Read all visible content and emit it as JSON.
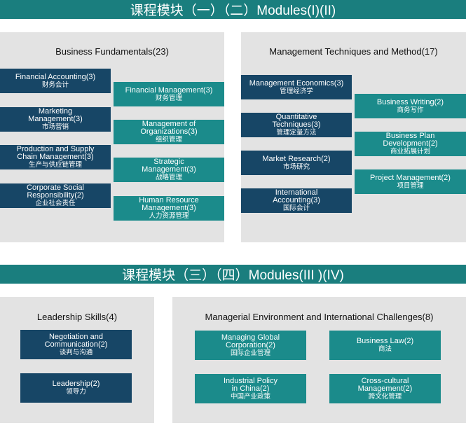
{
  "top_banner": "课程模块（一）（二）Modules(I)(II)",
  "bottom_banner": "课程模块（三）（四）Modules(III )(IV)",
  "colors": {
    "banner": "#1a7e7e",
    "dark_box": "#174666",
    "teal_box": "#1b8b8b",
    "panel": "#e3e3e3"
  },
  "business_fundamentals": {
    "title": "Business Fundamentals(23)",
    "courses": [
      {
        "en": "Financial Accounting(3)",
        "cn": "财务会计"
      },
      {
        "en": "Financial Management(3)",
        "cn": "财务管理"
      },
      {
        "en": "Marketing Management(3)",
        "cn": "市场营销"
      },
      {
        "en": "Management of Organizations(3)",
        "cn": "组织管理"
      },
      {
        "en": "Production and Supply Chain Management(3)",
        "cn": "生产与供应链管理"
      },
      {
        "en": "Strategic Management(3)",
        "cn": "战略管理"
      },
      {
        "en": "Corporate Social Responsibility(2)",
        "cn": "企业社会责任"
      },
      {
        "en": "Human Resource Management(3)",
        "cn": "人力资源管理"
      }
    ]
  },
  "management_techniques": {
    "title": "Management Techniques and Method(17)",
    "courses": [
      {
        "en": "Management Economics(3)",
        "cn": "管理经济学"
      },
      {
        "en": "Business Writing(2)",
        "cn": "商务写作"
      },
      {
        "en": "Quantitative Techniques(3)",
        "cn": "管理定量方法"
      },
      {
        "en": "Business Plan Development(2)",
        "cn": "商业拓展计划"
      },
      {
        "en": "Market Research(2)",
        "cn": "市场研究"
      },
      {
        "en": "Project Management(2)",
        "cn": "项目管理"
      },
      {
        "en": "International Accounting(3)",
        "cn": "国际会计"
      }
    ]
  },
  "leadership": {
    "title": "Leadership Skills(4)",
    "courses": [
      {
        "en": "Negotiation and Communication(2)",
        "cn": "谈判与沟通"
      },
      {
        "en": "Leadership(2)",
        "cn": "领导力"
      }
    ]
  },
  "managerial_env": {
    "title": "Managerial Environment and  International Challenges(8)",
    "courses": [
      {
        "en": "Managing Global Corporation(2)",
        "cn": "国际企业管理"
      },
      {
        "en": "Business Law(2)",
        "cn": "商法"
      },
      {
        "en": "Industrial Policy in China(2)",
        "cn": "中国产业政策"
      },
      {
        "en": "Cross-cultural Management(2)",
        "cn": "跨文化管理"
      }
    ]
  }
}
